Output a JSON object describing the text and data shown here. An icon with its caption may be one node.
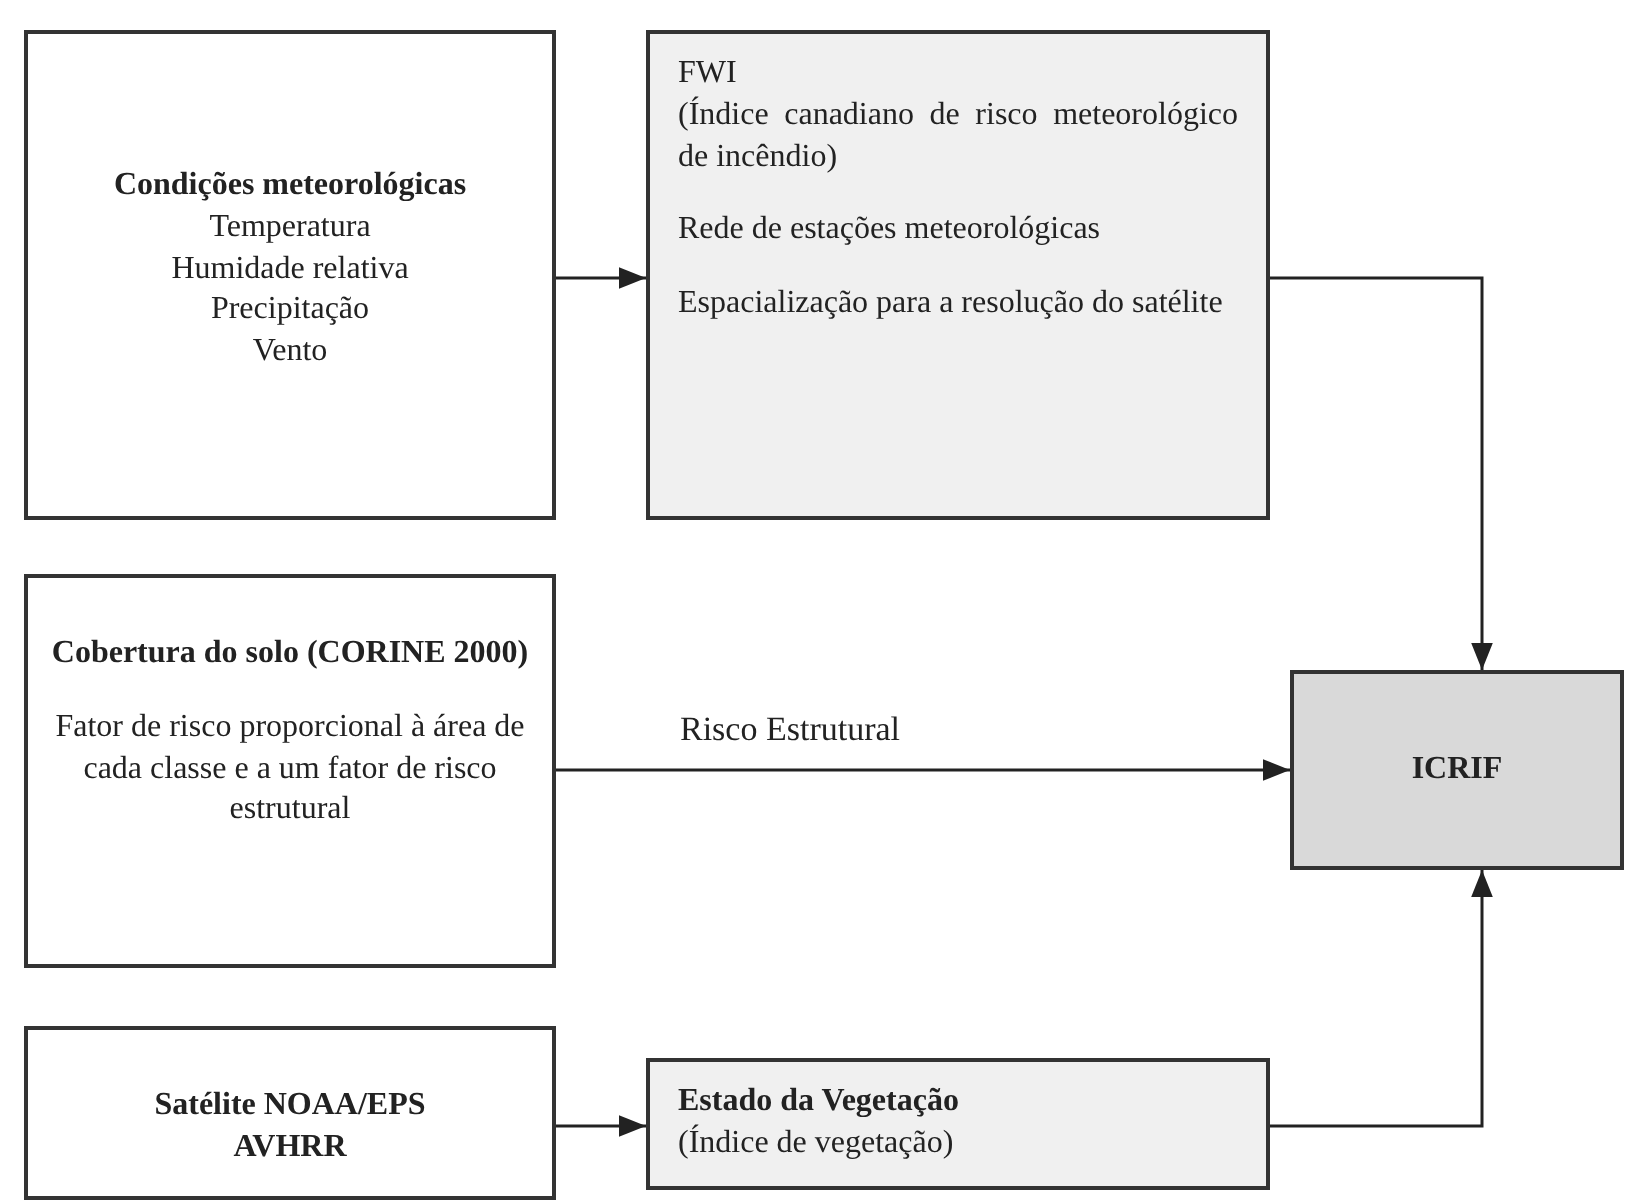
{
  "diagram": {
    "nodes": [
      {
        "text": [
          "Condições meteorológicas",
          "Temperatura",
          "Humidade relativa",
          "Precipitação",
          "Vento"
        ]
      },
      {
        "text": [
          "FWI",
          "(Índice canadiano de risco meteorológico de incêndio)",
          "Rede de estações meteorológicas",
          "Espacialização para a resolução do satélite"
        ]
      },
      {
        "text": [
          "Cobertura do solo (CORINE 2000)",
          "Fator de risco proporcional à área de cada classe e a um fator de risco estrutural"
        ]
      },
      {
        "text": [
          "ICRIF"
        ]
      },
      {
        "text": [
          "Satélite NOAA/EPS AVHRR"
        ]
      },
      {
        "text": [
          "Estado da Vegetação",
          "(Índice de vegetação)"
        ]
      }
    ],
    "edges": [
      {
        "from": 0,
        "to": 1,
        "arrow": "to"
      },
      {
        "from": 1,
        "to": 3,
        "arrow": "to"
      },
      {
        "from": 2,
        "to": 3,
        "arrow": "to",
        "label": "Risco Estrutural"
      },
      {
        "from": 4,
        "to": 5,
        "arrow": "to"
      },
      {
        "from": 5,
        "to": 3,
        "arrow": "to"
      }
    ]
  }
}
